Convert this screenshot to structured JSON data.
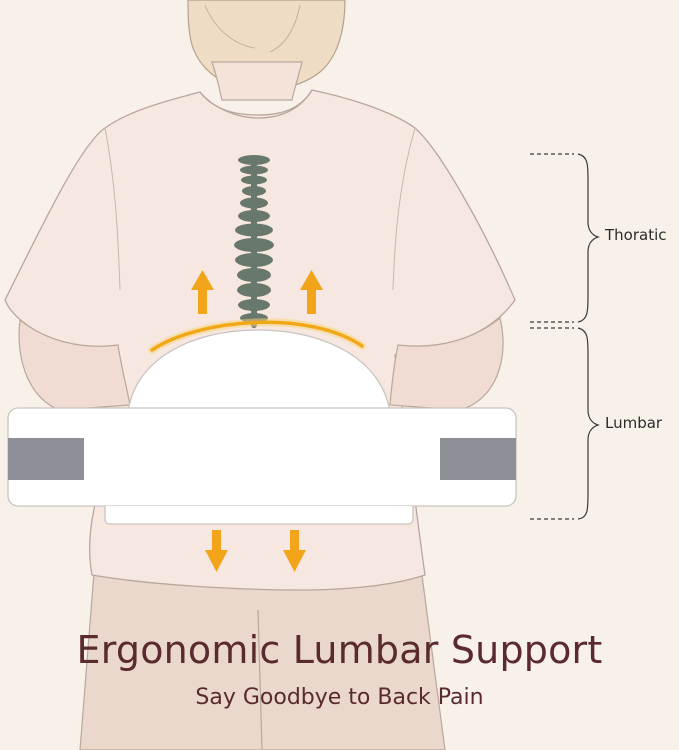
{
  "labels": {
    "upper_region": "Thoratic",
    "lower_region": "Lumbar"
  },
  "title": "Ergonomic Lumbar Support",
  "subtitle": "Say Goodbye to Back Pain",
  "colors": {
    "background": "#f8f1ea",
    "shirt": "#f6e7e0",
    "spine": "#69786c",
    "arrow": "#f2a51a",
    "strap": "#8d9096",
    "title": "#5a2a2e"
  }
}
